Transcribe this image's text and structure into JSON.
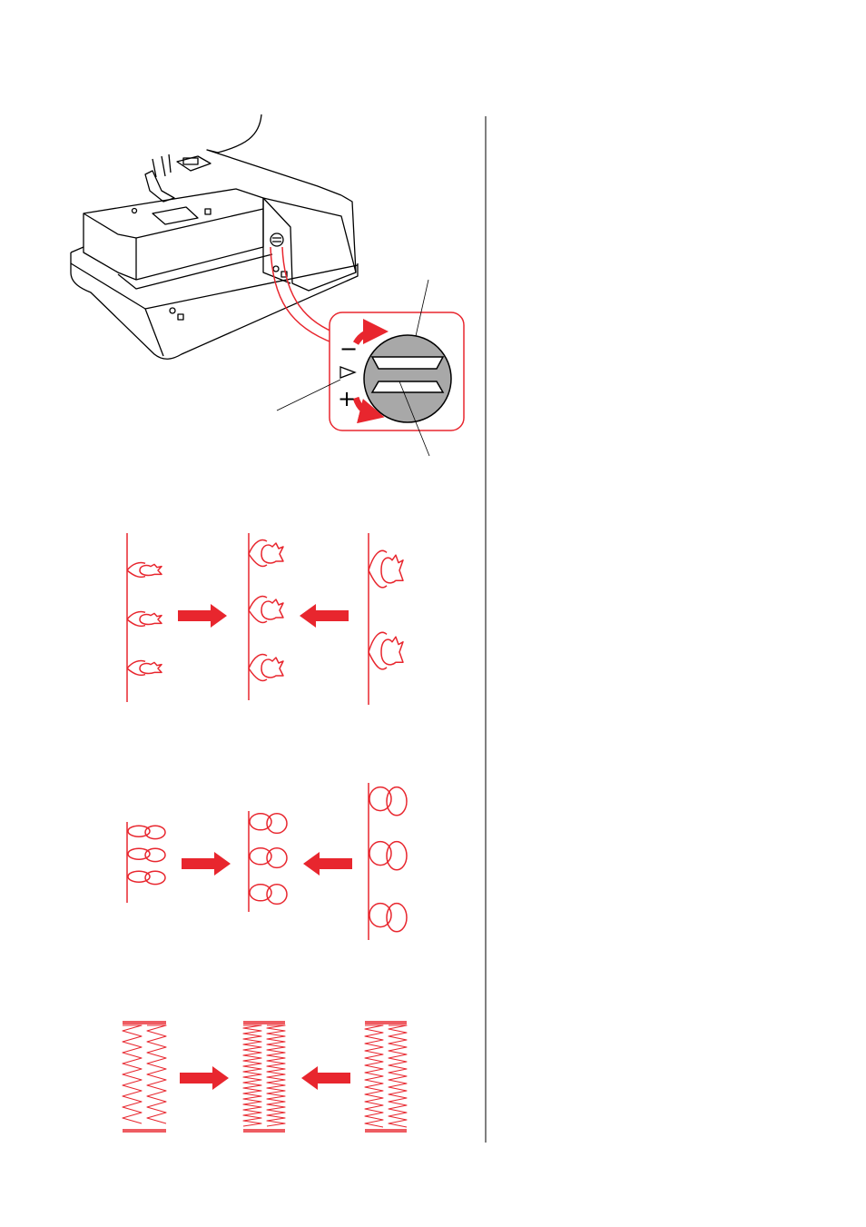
{
  "dial": {
    "minus_label": "−",
    "plus_label": "+",
    "arrow_color": "#e8262e"
  },
  "patterns": {
    "stitch_color": "#e8262e",
    "rows": [
      {
        "name": "tulip",
        "left": "compressed",
        "middle": "balanced",
        "right": "stretched"
      },
      {
        "name": "bubbles",
        "left": "compressed",
        "middle": "balanced",
        "right": "stretched"
      },
      {
        "name": "buttonhole",
        "left": "compressed",
        "middle": "balanced",
        "right": "stretched"
      }
    ]
  }
}
